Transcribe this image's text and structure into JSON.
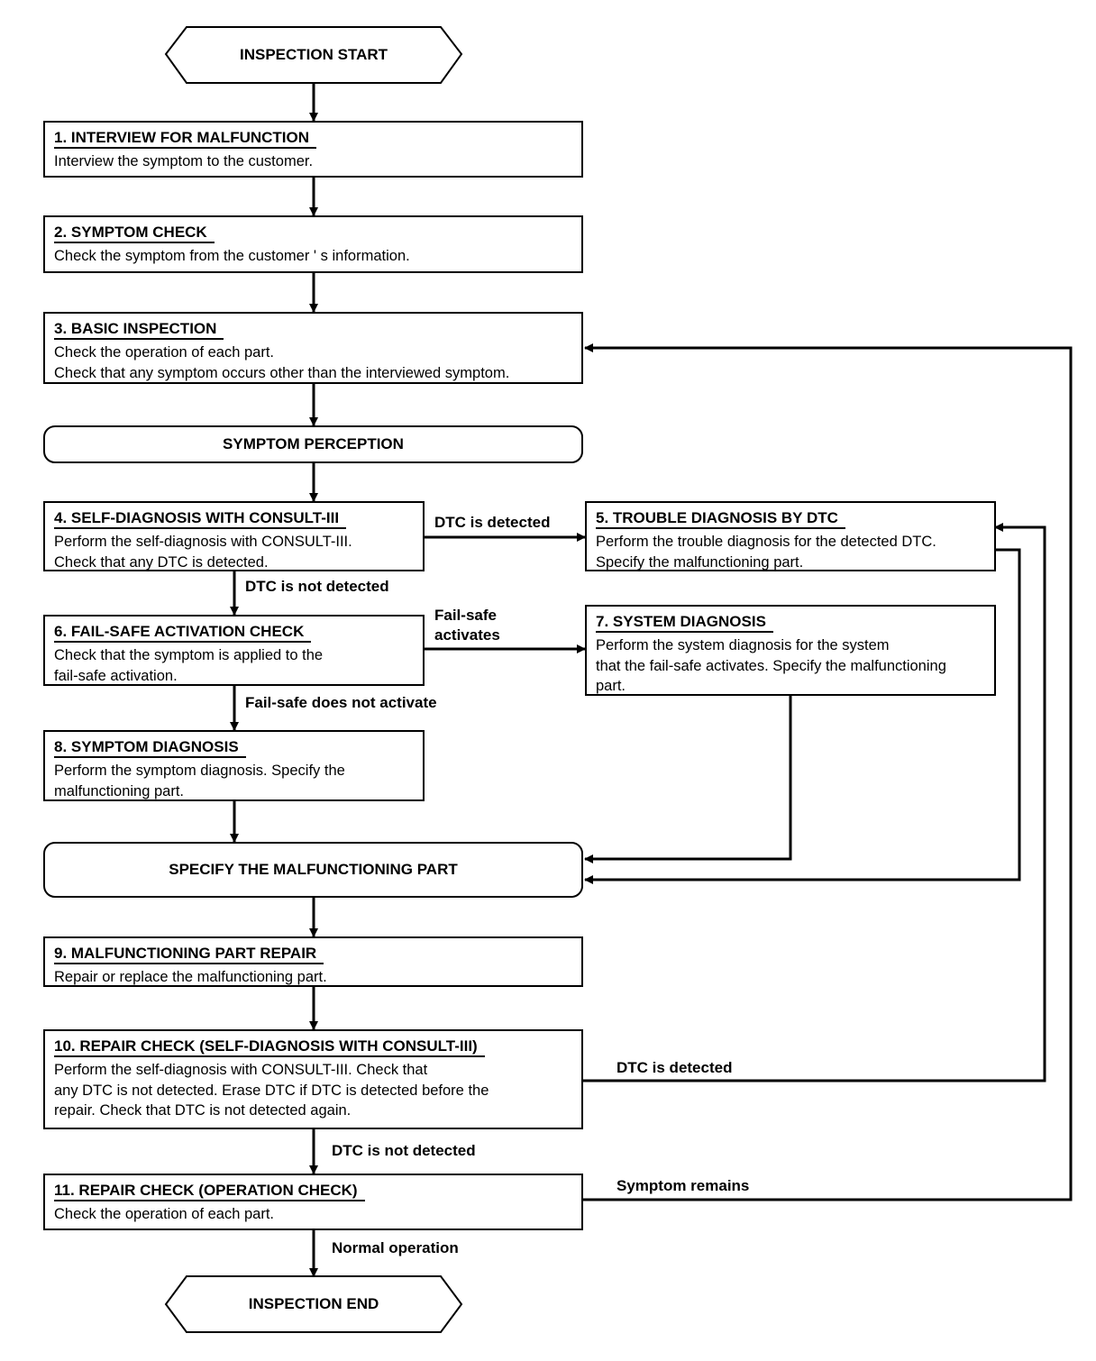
{
  "start": {
    "label": "INSPECTION START"
  },
  "end": {
    "label": "INSPECTION END"
  },
  "phases": {
    "symptom_perception": "SYMPTOM PERCEPTION",
    "specify_part": "SPECIFY THE MALFUNCTIONING PART"
  },
  "steps": {
    "s1": {
      "title": "1. INTERVIEW FOR MALFUNCTION",
      "desc": "Interview the symptom to the customer."
    },
    "s2": {
      "title": "2. SYMPTOM CHECK",
      "desc": "Check the symptom from the customer ' s information."
    },
    "s3": {
      "title": "3. BASIC INSPECTION",
      "desc": "Check the operation of each part.\nCheck that any symptom occurs other than the interviewed symptom."
    },
    "s4": {
      "title": "4. SELF-DIAGNOSIS WITH CONSULT-III",
      "desc": "Perform the self-diagnosis with CONSULT-III.\nCheck that any DTC is detected."
    },
    "s5": {
      "title": "5. TROUBLE DIAGNOSIS BY DTC",
      "desc": "Perform the trouble diagnosis for the detected DTC.\nSpecify the malfunctioning part."
    },
    "s6": {
      "title": "6. FAIL-SAFE ACTIVATION CHECK",
      "desc": "Check that the symptom is applied to the\nfail-safe activation."
    },
    "s7": {
      "title": "7. SYSTEM DIAGNOSIS",
      "desc": "Perform the system diagnosis for the system\nthat the fail-safe activates. Specify the malfunctioning\npart."
    },
    "s8": {
      "title": "8. SYMPTOM DIAGNOSIS",
      "desc": "Perform the symptom diagnosis. Specify the\nmalfunctioning part."
    },
    "s9": {
      "title": "9. MALFUNCTIONING PART REPAIR",
      "desc": "Repair or replace the malfunctioning part."
    },
    "s10": {
      "title": "10. REPAIR CHECK (SELF-DIAGNOSIS WITH CONSULT-III)",
      "desc": "Perform the self-diagnosis with CONSULT-III. Check that\nany DTC is not detected. Erase DTC if DTC is detected before the\nrepair. Check that DTC is not detected again."
    },
    "s11": {
      "title": "11. REPAIR CHECK (OPERATION CHECK)",
      "desc": "Check the operation of each part."
    }
  },
  "labels": {
    "dtc_detected_4": "DTC is detected",
    "dtc_not_detected_4": "DTC is not detected",
    "failsafe_activates": "Fail-safe\nactivates",
    "failsafe_not_activate": "Fail-safe does not activate",
    "dtc_detected_10": "DTC is detected",
    "dtc_not_detected_10": "DTC is not detected",
    "symptom_remains": "Symptom remains",
    "normal_operation": "Normal operation"
  }
}
